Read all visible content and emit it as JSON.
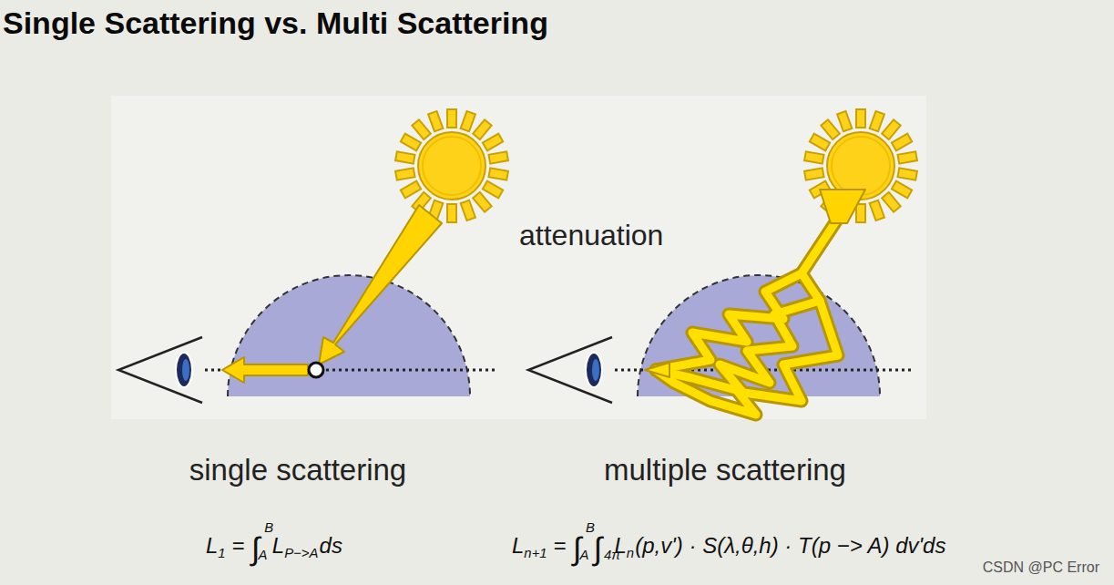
{
  "diagram": {
    "title": "Single Scattering vs. Multi Scattering",
    "labels": [
      "attenuation",
      "single scattering",
      "multiple scattering",
      "L",
      "1",
      "=",
      "∫",
      "B",
      "A",
      "L",
      "P−>A",
      "ds",
      "L",
      "n+1",
      "=",
      "∫",
      "B",
      "A",
      "∫",
      "4π",
      "L",
      "n",
      "(p,v') · S(λ,θ,h) · T(p −> A) dv'ds",
      "CSDN @PC Error"
    ]
  }
}
